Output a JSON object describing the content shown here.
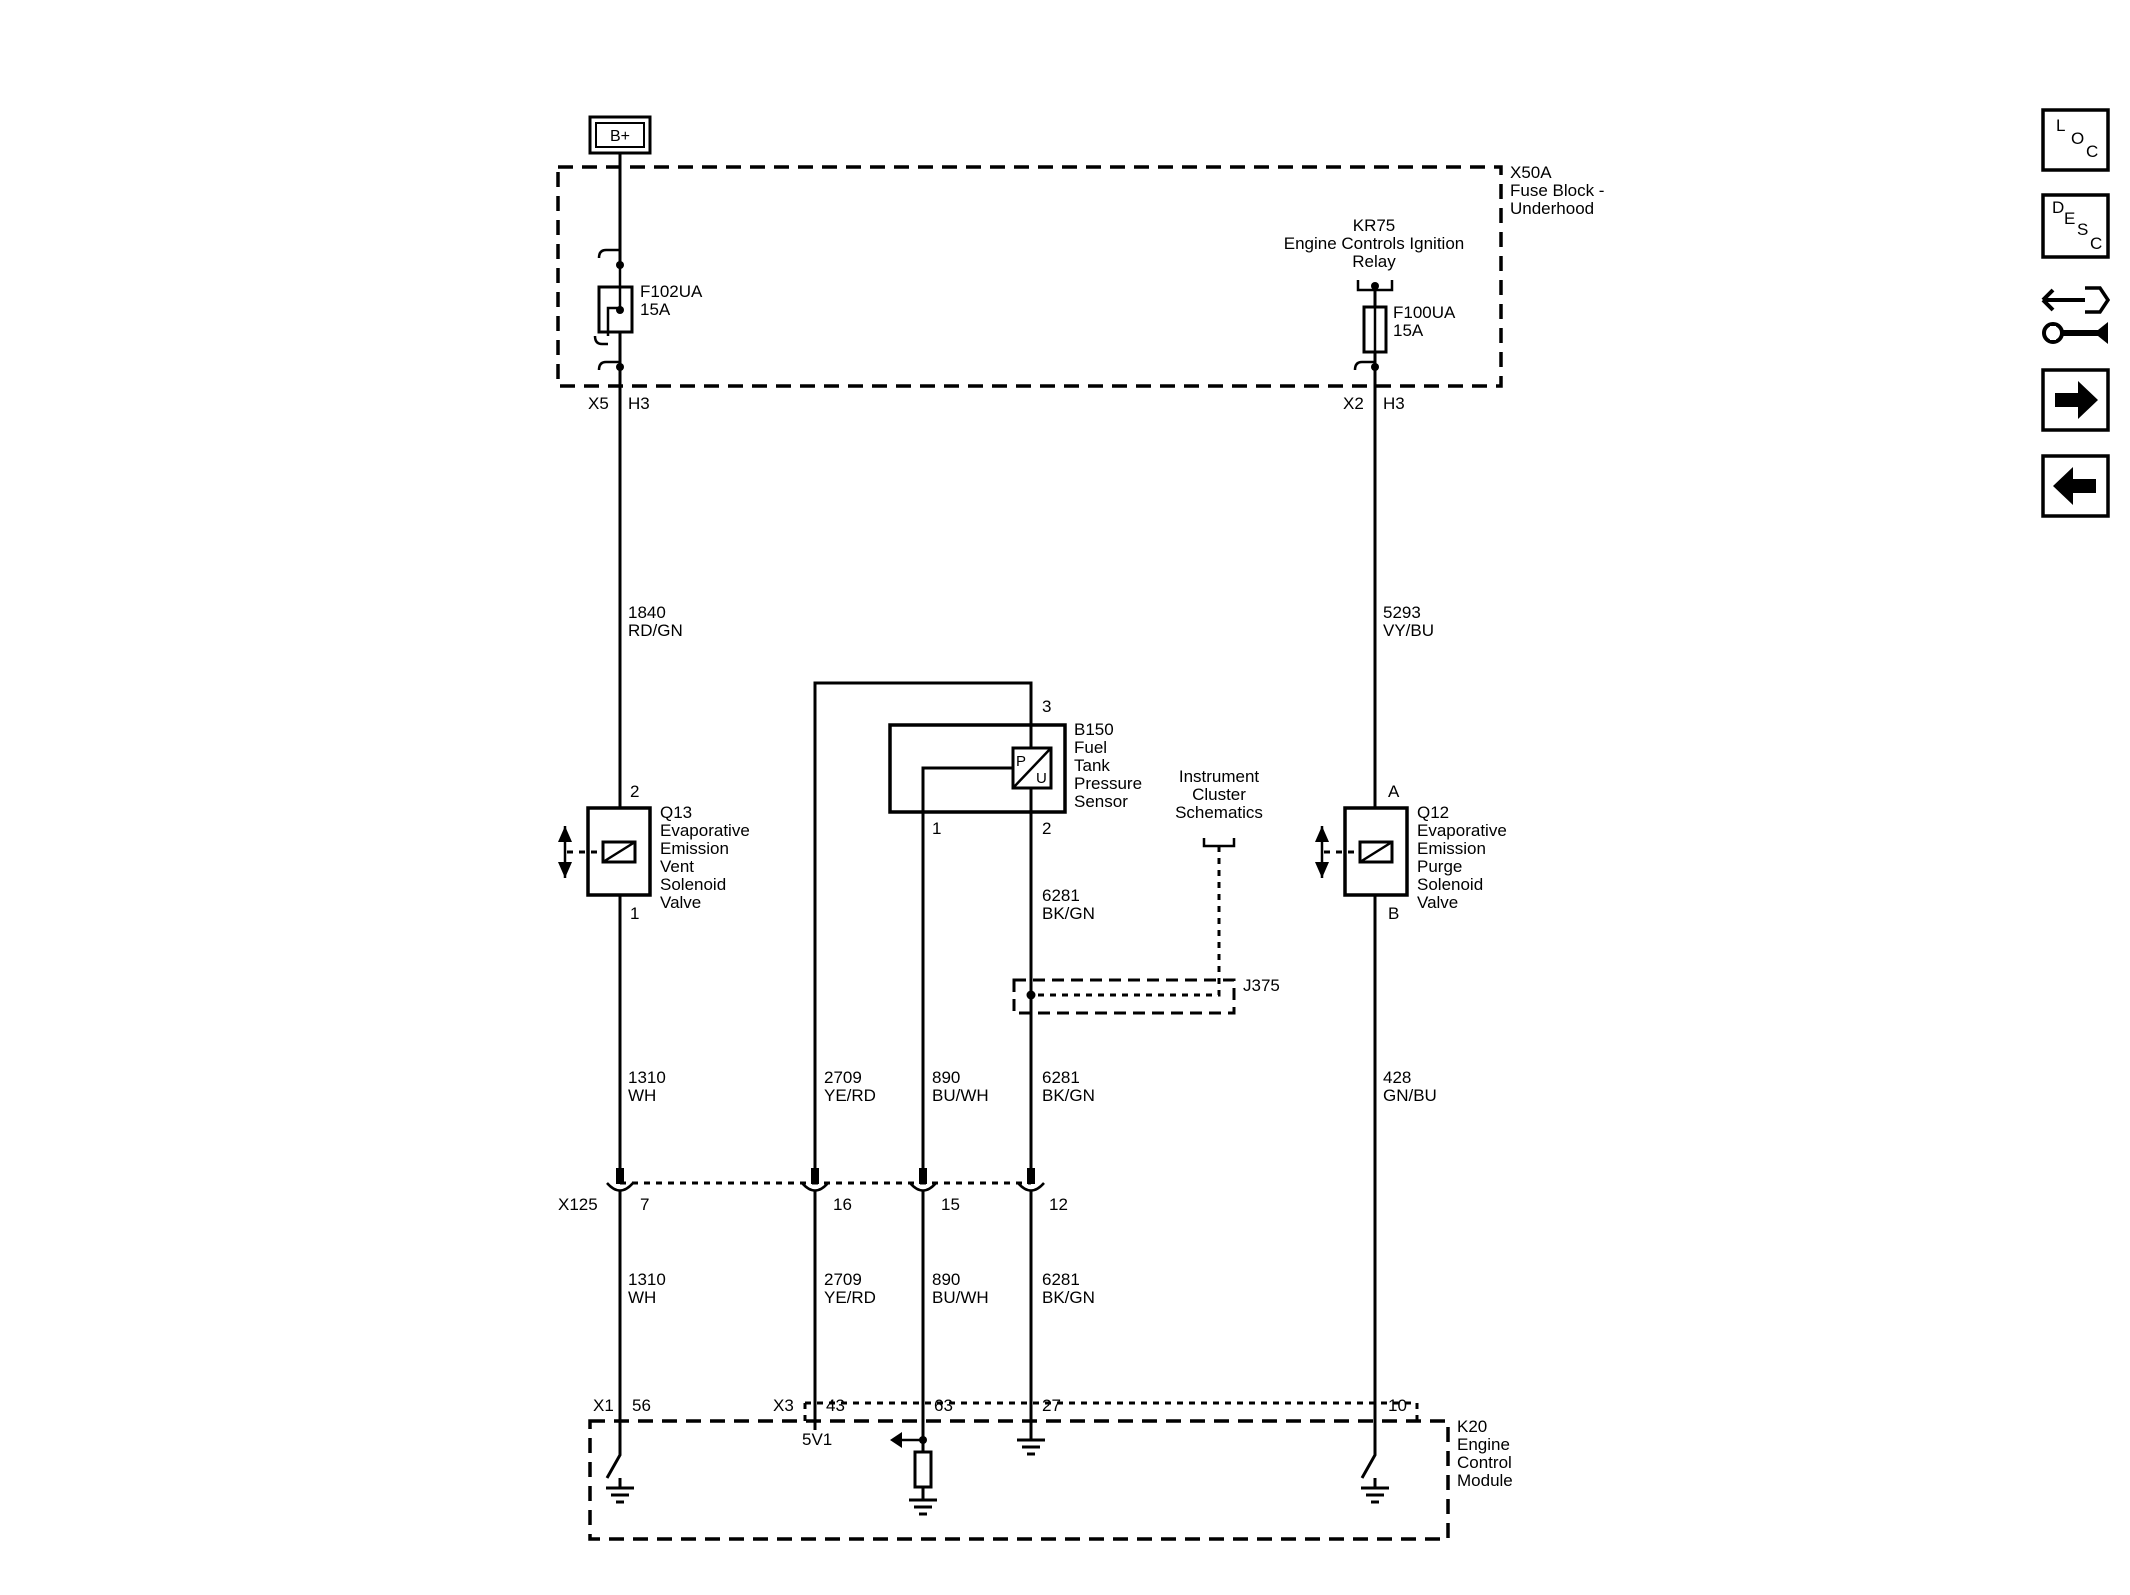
{
  "battery": {
    "label": "B+"
  },
  "fuse_block": {
    "id": "X50A",
    "name_line1": "Fuse Block -",
    "name_line2": "Underhood"
  },
  "fuse_left": {
    "id": "F102UA",
    "rating": "15A",
    "connector": "X5",
    "pin": "H3"
  },
  "relay": {
    "id": "KR75",
    "name_line1": "Engine Controls Ignition",
    "name_line2": "Relay"
  },
  "fuse_right": {
    "id": "F100UA",
    "rating": "15A",
    "connector": "X2",
    "pin": "H3"
  },
  "wire_1840": {
    "circuit": "1840",
    "color": "RD/GN"
  },
  "wire_5293": {
    "circuit": "5293",
    "color": "VY/BU"
  },
  "q13": {
    "id": "Q13",
    "l1": "Evaporative",
    "l2": "Emission",
    "l3": "Vent",
    "l4": "Solenoid",
    "l5": "Valve",
    "pin_top": "2",
    "pin_bottom": "1"
  },
  "q12": {
    "id": "Q12",
    "l1": "Evaporative",
    "l2": "Emission",
    "l3": "Purge",
    "l4": "Solenoid",
    "l5": "Valve",
    "pin_top": "A",
    "pin_bottom": "B"
  },
  "b150": {
    "id": "B150",
    "l1": "Fuel",
    "l2": "Tank",
    "l3": "Pressure",
    "l4": "Sensor",
    "pin_3": "3",
    "pin_1": "1",
    "pin_2": "2",
    "sym_p": "P",
    "sym_u": "U"
  },
  "instrument_cluster": {
    "l1": "Instrument",
    "l2": "Cluster",
    "l3": "Schematics"
  },
  "splice": {
    "id": "J375"
  },
  "wire_6281_top": {
    "circuit": "6281",
    "color": "BK/GN"
  },
  "wires_mid": [
    {
      "circuit": "1310",
      "color": "WH"
    },
    {
      "circuit": "2709",
      "color": "YE/RD"
    },
    {
      "circuit": "890",
      "color": "BU/WH"
    },
    {
      "circuit": "6281",
      "color": "BK/GN"
    },
    {
      "circuit": "428",
      "color": "GN/BU"
    }
  ],
  "x125": {
    "id": "X125",
    "pins": [
      "7",
      "16",
      "15",
      "12"
    ]
  },
  "wires_low": [
    {
      "circuit": "1310",
      "color": "WH"
    },
    {
      "circuit": "2709",
      "color": "YE/RD"
    },
    {
      "circuit": "890",
      "color": "BU/WH"
    },
    {
      "circuit": "6281",
      "color": "BK/GN"
    }
  ],
  "ecm": {
    "connector_x1": "X1",
    "pin_56": "56",
    "connector_x3": "X3",
    "pin_43": "43",
    "pin_63": "63",
    "pin_27": "27",
    "pin_10": "10",
    "ref_5v": "5V1",
    "id": "K20",
    "l1": "Engine",
    "l2": "Control",
    "l3": "Module"
  },
  "nav": {
    "loc": [
      "L",
      "O",
      "C"
    ],
    "desc": [
      "D",
      "E",
      "S",
      "C"
    ]
  }
}
